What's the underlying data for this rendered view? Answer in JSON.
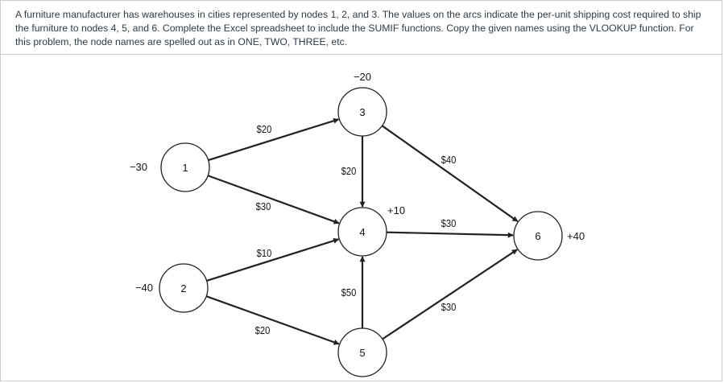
{
  "problem": {
    "text": "A furniture manufacturer has warehouses in cities represented by nodes 1, 2, and 3.  The values on the arcs indicate the per-unit shipping cost required to ship the furniture to nodes 4, 5, and 6. Complete the Excel spreadsheet to include the SUMIF functions.  Copy the given names using the VLOOKUP function. For this problem, the node names are spelled out as in ONE, TWO, THREE, etc."
  },
  "network": {
    "nodes": [
      {
        "id": "1",
        "label": "1",
        "supply_label": "−30"
      },
      {
        "id": "2",
        "label": "2",
        "supply_label": "−40"
      },
      {
        "id": "3",
        "label": "3",
        "supply_label": "−20"
      },
      {
        "id": "4",
        "label": "4",
        "supply_label": "+10"
      },
      {
        "id": "5",
        "label": "5",
        "supply_label": ""
      },
      {
        "id": "6",
        "label": "6",
        "supply_label": "+40"
      }
    ],
    "arcs": [
      {
        "from": "1",
        "to": "3",
        "cost_label": "$20"
      },
      {
        "from": "1",
        "to": "4",
        "cost_label": "$30"
      },
      {
        "from": "2",
        "to": "4",
        "cost_label": "$10"
      },
      {
        "from": "2",
        "to": "5",
        "cost_label": "$20"
      },
      {
        "from": "3",
        "to": "4",
        "cost_label": "$20"
      },
      {
        "from": "5",
        "to": "4",
        "cost_label": "$50"
      },
      {
        "from": "3",
        "to": "6",
        "cost_label": "$40"
      },
      {
        "from": "4",
        "to": "6",
        "cost_label": "$30"
      },
      {
        "from": "5",
        "to": "6",
        "cost_label": "$30"
      }
    ]
  }
}
